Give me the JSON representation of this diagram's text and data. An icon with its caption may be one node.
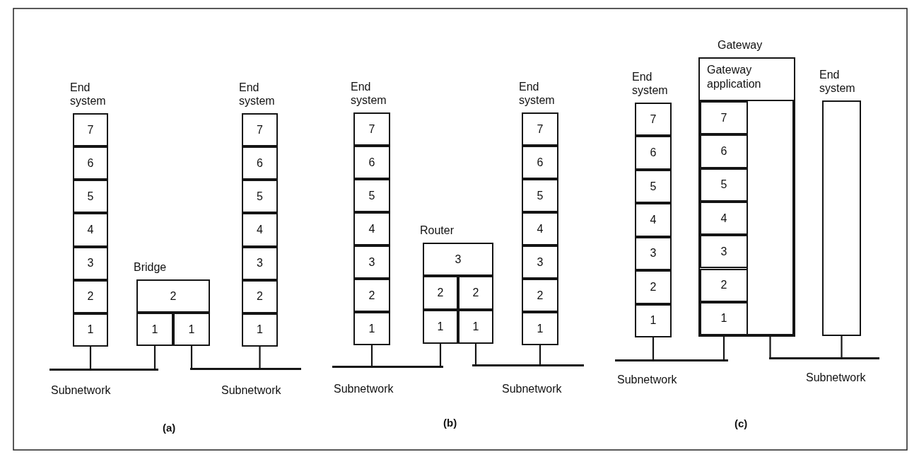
{
  "diagram": {
    "nodes": [
      {
        "text": [
          "End system"
        ]
      },
      {
        "text": [
          "7"
        ],
        "in": 0
      },
      {
        "text": [
          "6"
        ],
        "in": 0
      },
      {
        "text": [
          "5"
        ],
        "in": 0
      },
      {
        "text": [
          "4"
        ],
        "in": 0
      },
      {
        "text": [
          "3"
        ],
        "in": 0
      },
      {
        "text": [
          "2"
        ],
        "in": 0
      },
      {
        "text": [
          "1"
        ],
        "in": 0
      },
      {
        "text": [
          "Bridge"
        ]
      },
      {
        "text": [
          "2"
        ],
        "in": 8
      },
      {
        "text": [
          "1"
        ],
        "in": 8
      },
      {
        "text": [
          "1"
        ],
        "in": 8
      },
      {
        "text": [
          "End system"
        ]
      },
      {
        "text": [
          "7"
        ],
        "in": 12
      },
      {
        "text": [
          "6"
        ],
        "in": 12
      },
      {
        "text": [
          "5"
        ],
        "in": 12
      },
      {
        "text": [
          "4"
        ],
        "in": 12
      },
      {
        "text": [
          "3"
        ],
        "in": 12
      },
      {
        "text": [
          "2"
        ],
        "in": 12
      },
      {
        "text": [
          "1"
        ],
        "in": 12
      },
      {
        "text": [],
        "shape": "bar",
        "beside": [
          "Subnetwork"
        ]
      },
      {
        "text": [],
        "shape": "bar",
        "beside": [
          "Subnetwork"
        ]
      },
      {
        "text": [
          "End system"
        ]
      },
      {
        "text": [
          "7"
        ],
        "in": 22
      },
      {
        "text": [
          "6"
        ],
        "in": 22
      },
      {
        "text": [
          "5"
        ],
        "in": 22
      },
      {
        "text": [
          "4"
        ],
        "in": 22
      },
      {
        "text": [
          "3"
        ],
        "in": 22
      },
      {
        "text": [
          "2"
        ],
        "in": 22
      },
      {
        "text": [
          "1"
        ],
        "in": 22
      },
      {
        "text": [
          "Router"
        ]
      },
      {
        "text": [
          "3"
        ],
        "in": 30
      },
      {
        "text": [
          "2"
        ],
        "in": 30
      },
      {
        "text": [
          "2"
        ],
        "in": 30
      },
      {
        "text": [
          "1"
        ],
        "in": 30
      },
      {
        "text": [
          "1"
        ],
        "in": 30
      },
      {
        "text": [
          "End system"
        ]
      },
      {
        "text": [
          "7"
        ],
        "in": 36
      },
      {
        "text": [
          "6"
        ],
        "in": 36
      },
      {
        "text": [
          "5"
        ],
        "in": 36
      },
      {
        "text": [
          "4"
        ],
        "in": 36
      },
      {
        "text": [
          "3"
        ],
        "in": 36
      },
      {
        "text": [
          "2"
        ],
        "in": 36
      },
      {
        "text": [
          "1"
        ],
        "in": 36
      },
      {
        "text": [],
        "shape": "bar",
        "beside": [
          "Subnetwork"
        ]
      },
      {
        "text": [],
        "shape": "bar",
        "beside": [
          "Subnetwork"
        ]
      },
      {
        "text": [
          "End system"
        ]
      },
      {
        "text": [
          "7"
        ],
        "in": 46
      },
      {
        "text": [
          "6"
        ],
        "in": 46
      },
      {
        "text": [
          "5"
        ],
        "in": 46
      },
      {
        "text": [
          "4"
        ],
        "in": 46
      },
      {
        "text": [
          "3"
        ],
        "in": 46
      },
      {
        "text": [
          "2"
        ],
        "in": 46
      },
      {
        "text": [
          "1"
        ],
        "in": 46
      },
      {
        "text": [
          "Gateway"
        ]
      },
      {
        "text": [
          "Gateway application"
        ],
        "in": 54
      },
      {
        "text": [
          "7"
        ],
        "in": 54
      },
      {
        "text": [
          "6"
        ],
        "in": 54
      },
      {
        "text": [
          "5"
        ],
        "in": 54
      },
      {
        "text": [
          "4"
        ],
        "in": 54
      },
      {
        "text": [
          "3"
        ],
        "in": 54
      },
      {
        "text": [
          "2"
        ],
        "in": 54
      },
      {
        "text": [
          "1"
        ],
        "in": 54
      },
      {
        "text": [],
        "shape": "box",
        "in": 54
      },
      {
        "text": [
          "End system"
        ]
      },
      {
        "text": [],
        "shape": "bar",
        "beside": [
          "Subnetwork"
        ]
      },
      {
        "text": [],
        "shape": "bar",
        "beside": [
          "Subnetwork"
        ]
      }
    ],
    "edges": [
      {
        "from": 7,
        "to": 20,
        "arrow": "none"
      },
      {
        "from": 10,
        "to": 20,
        "arrow": "none"
      },
      {
        "from": 11,
        "to": 21,
        "arrow": "none"
      },
      {
        "from": 19,
        "to": 21,
        "arrow": "none"
      },
      {
        "from": 29,
        "to": 44,
        "arrow": "none"
      },
      {
        "from": 34,
        "to": 44,
        "arrow": "none"
      },
      {
        "from": 35,
        "to": 45,
        "arrow": "none"
      },
      {
        "from": 43,
        "to": 45,
        "arrow": "none"
      },
      {
        "from": 53,
        "to": 65,
        "arrow": "none"
      },
      {
        "from": 62,
        "to": 65,
        "arrow": "none"
      },
      {
        "from": 63,
        "to": 66,
        "arrow": "none"
      },
      {
        "from": 64,
        "to": 66,
        "arrow": "none"
      }
    ],
    "labels": [
      "(a)",
      "(b)",
      "(c)"
    ]
  }
}
